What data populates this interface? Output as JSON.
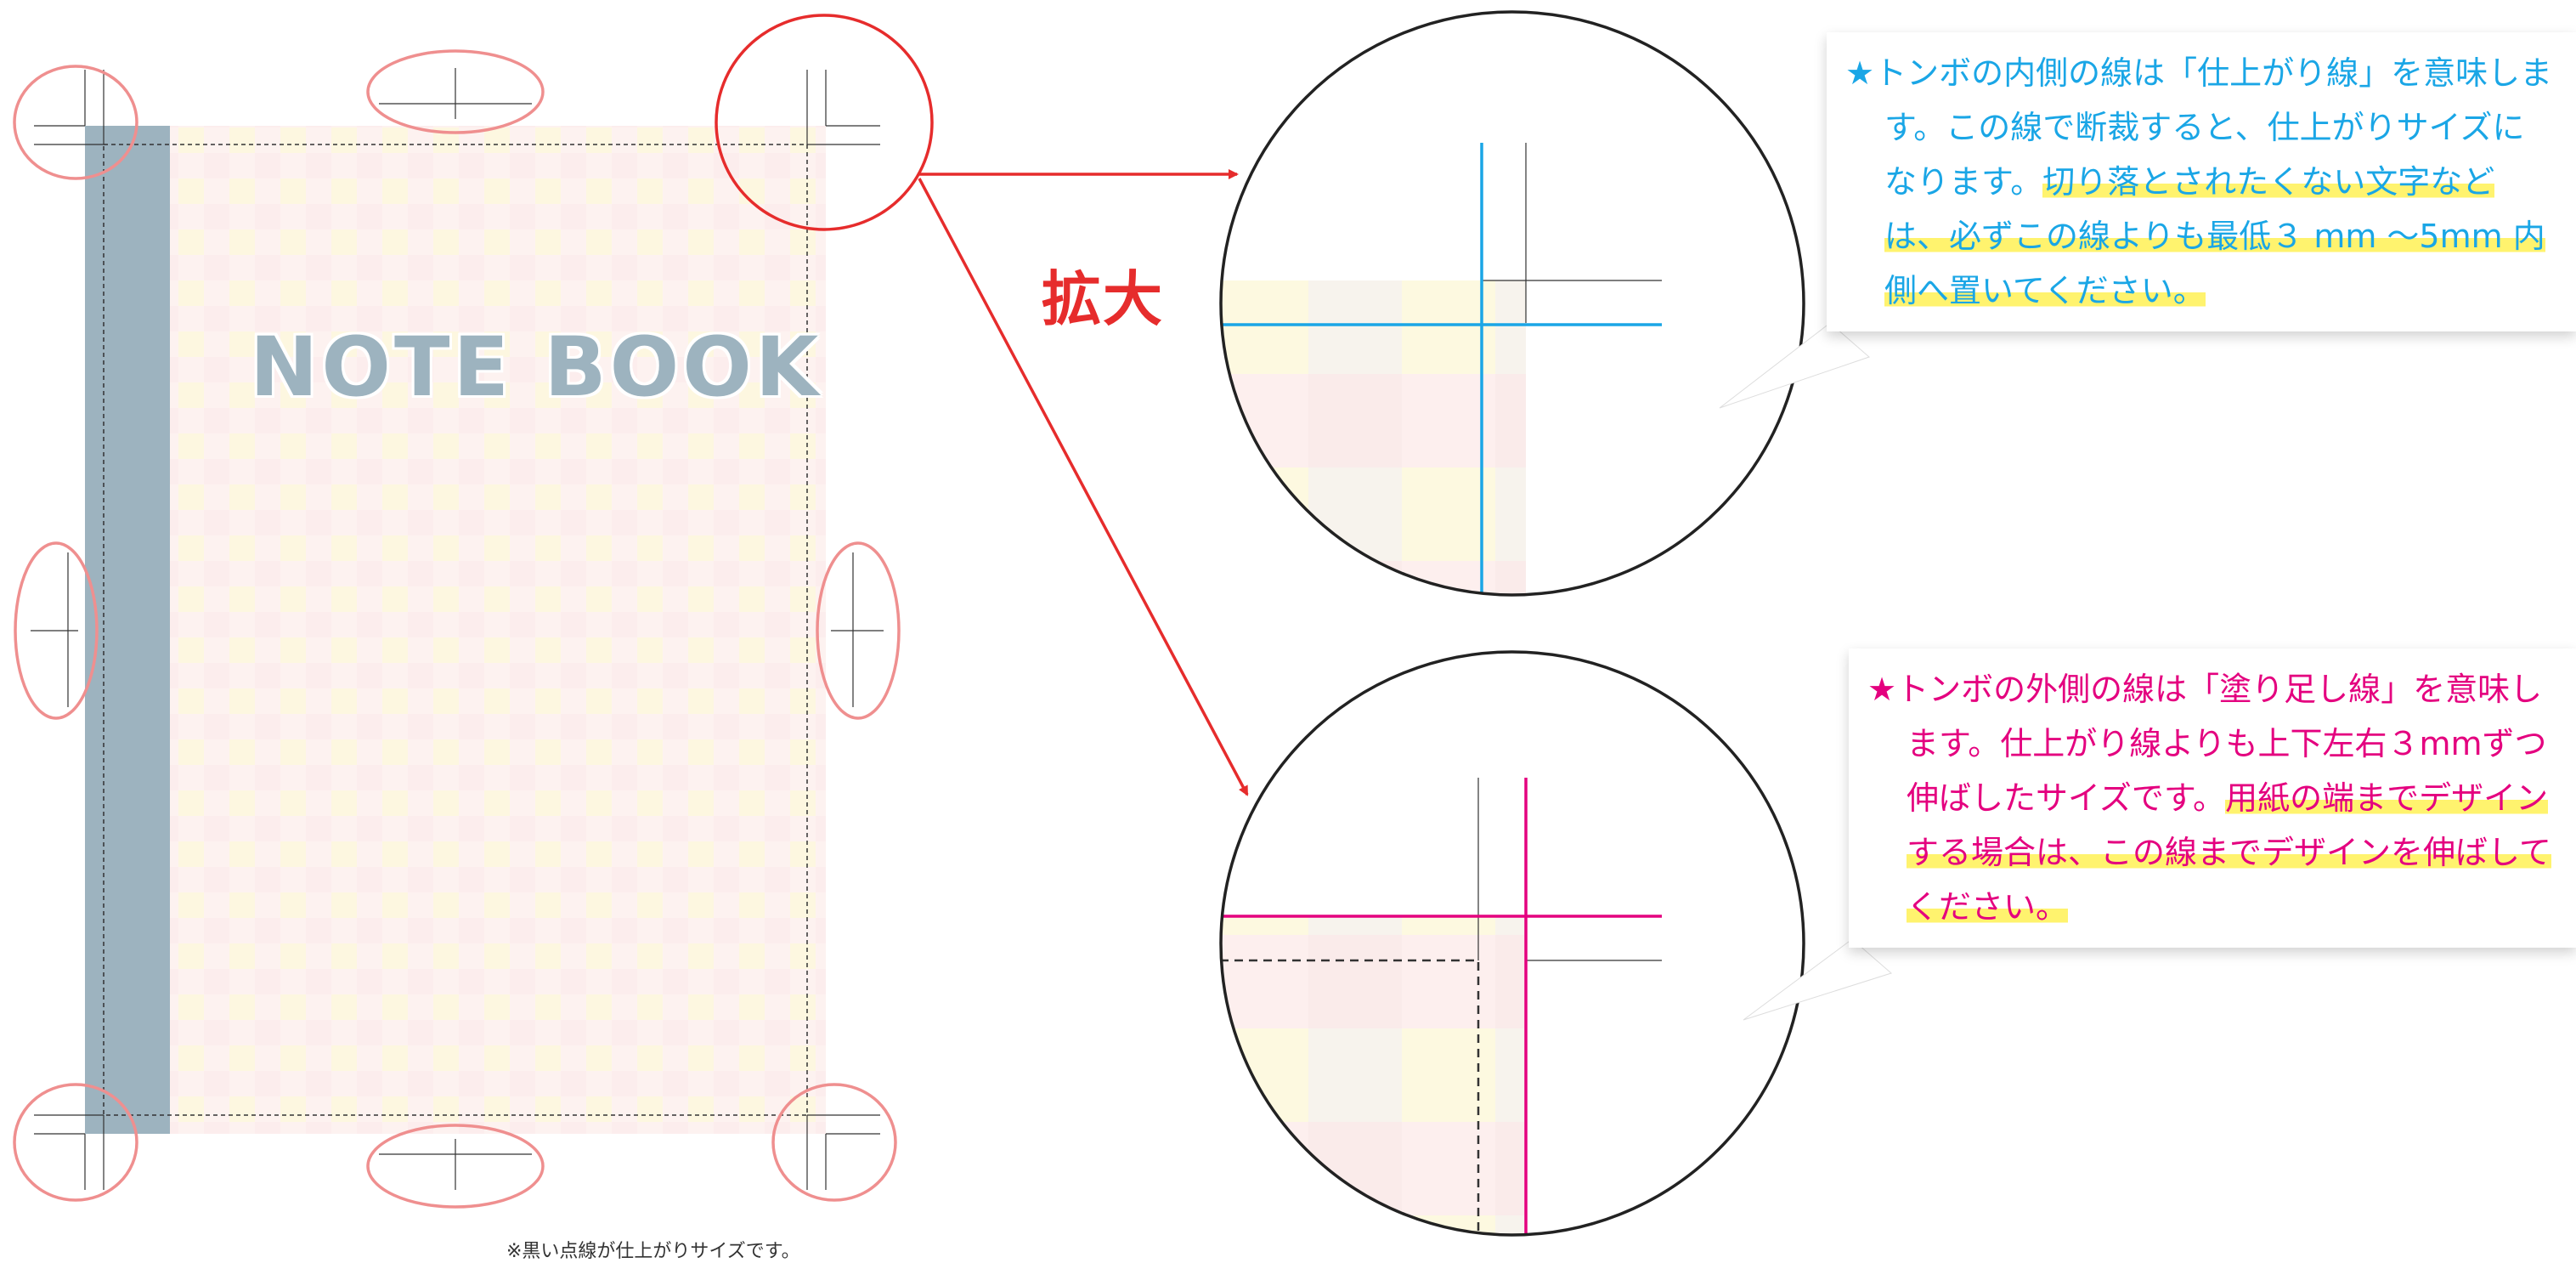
{
  "book": {
    "title": "NOTE BOOK",
    "spine_color": "#9db3bf",
    "check_color_pink": "#f7d9df",
    "check_color_yellow": "#fdf6d0",
    "trim_line_style": "dotted-black"
  },
  "zoom_label": "拡大",
  "footnote": "※黒い点線が仕上がりサイズです。",
  "callouts": {
    "trim": {
      "star": "★",
      "text_plain": "トンボの内側の線は「仕上がり線」を意味します。この線で断裁すると、仕上がりサイズになります。",
      "text_highlight": "切り落とされたくない文字などは、必ずこの線よりも最低３ mm 〜5mm 内側へ置いてください。",
      "color": "#1aa6e6"
    },
    "bleed": {
      "star": "★",
      "text_plain": "トンボの外側の線は「塗り足し線」を意味します。仕上がり線よりも上下左右３mmずつ伸ばしたサイズです。",
      "text_highlight": "用紙の端までデザインする場合は、この線までデザインを伸ばしてください。",
      "color": "#e4007f"
    }
  },
  "colors": {
    "arrow": "#e62c2c",
    "circle_marker": "#ef8f8f",
    "trim_line": "#1aa6e6",
    "bleed_line": "#e4007f",
    "highlight": "#fff36e"
  }
}
